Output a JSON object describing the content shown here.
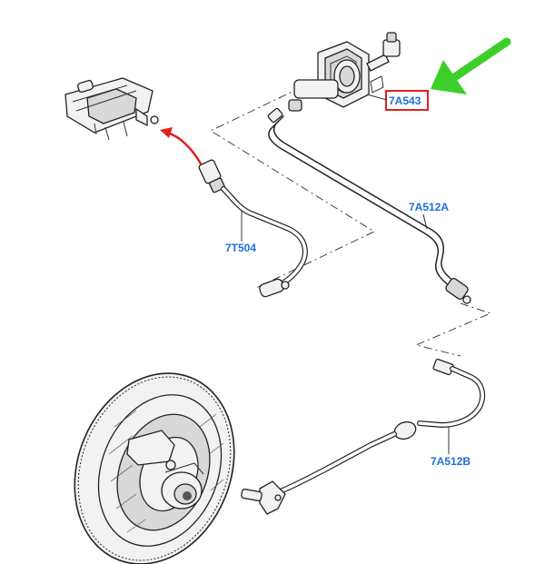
{
  "labels": {
    "master_cylinder": "7A543",
    "pipe_upper": "7A512A",
    "pipe_lower": "7A512B",
    "hose": "7T504"
  },
  "colors": {
    "label_text": "#1e6fd9",
    "highlight_box": "#e02020",
    "green_arrow": "#3ccf2a",
    "red_arrow": "#e02020"
  }
}
